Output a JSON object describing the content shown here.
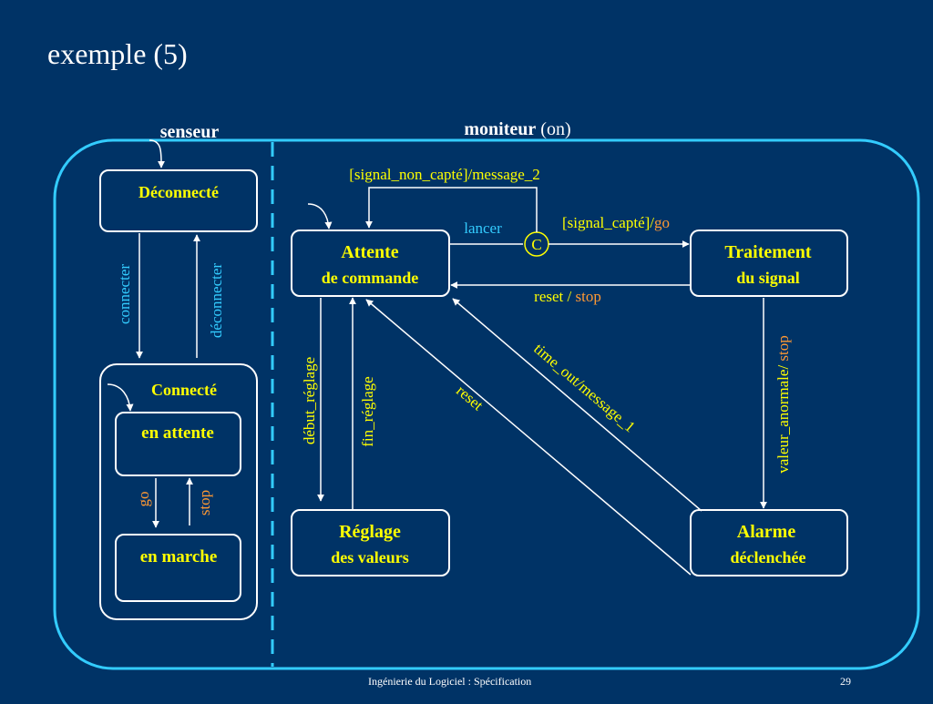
{
  "slide": {
    "title": "exemple (5)",
    "footer_text": "Ingénierie du Logiciel : Spécification",
    "page_number": "29"
  },
  "regions": {
    "senseur": "senseur",
    "moniteur_bold": "moniteur",
    "moniteur_rest": " (on)"
  },
  "states": {
    "deconnecte": "Déconnecté",
    "connecte": "Connecté",
    "en_attente": "en attente",
    "en_marche": "en marche",
    "attente_line1": "Attente",
    "attente_line2": "de commande",
    "traitement_line1": "Traitement",
    "traitement_line2": "du signal",
    "reglage_line1": "Réglage",
    "reglage_line2": "des valeurs",
    "alarme_line1": "Alarme",
    "alarme_line2": "déclenchée",
    "choice_label": "C"
  },
  "transitions": {
    "connecter": "connecter",
    "deconnecter": "déconnecter",
    "go": "go",
    "stop": "stop",
    "signal_non_capte": "[signal_non_capté]/message_2",
    "lancer": "lancer",
    "signal_capte": "[signal_capté]/",
    "signal_capte_go": "go",
    "reset_stop_a": "reset / ",
    "reset_stop_b": "stop",
    "debut_reglage": "début_réglage",
    "fin_reglage": "fin_réglage",
    "time_out": "time_out/message_1",
    "reset": "reset",
    "valeur_anormale_a": "valeur_anormale/ ",
    "valeur_anormale_b": "stop"
  },
  "colors": {
    "background": "#003366",
    "frame": "#33ccff",
    "title": "#ffffff",
    "state_name": "#ffff00",
    "label_yellow": "#ffff00",
    "label_cyan": "#33ccff",
    "label_orange": "#ff9933",
    "line": "#ffffff"
  }
}
